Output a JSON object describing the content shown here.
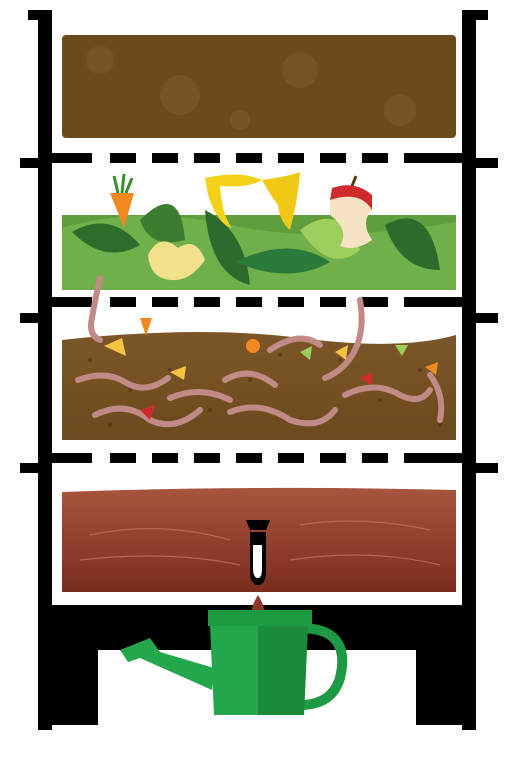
{
  "diagram": {
    "type": "worm-compost-bin",
    "tiers": [
      {
        "name": "top-bedding-layer",
        "color": "#6b4a1c"
      },
      {
        "name": "food-scraps-layer",
        "color": "#5f9e3d"
      },
      {
        "name": "worms-and-compost-layer",
        "color": "#7a5423"
      },
      {
        "name": "worm-tea-collection-layer",
        "color": "#8b3a2a"
      }
    ],
    "colors": {
      "frame": "#000000",
      "bedding": "#6b4a1c",
      "greens": "#5f9e3d",
      "soil": "#7a5423",
      "worms": "#c28a86",
      "liquid": "#8b3a2a",
      "watering_can": "#22a84a"
    },
    "icons": [
      "carrot-icon",
      "banana-peel-icon",
      "apple-core-icon",
      "leaf-icon",
      "worm-icon",
      "spigot-icon",
      "droplet-icon",
      "watering-can-icon"
    ]
  }
}
